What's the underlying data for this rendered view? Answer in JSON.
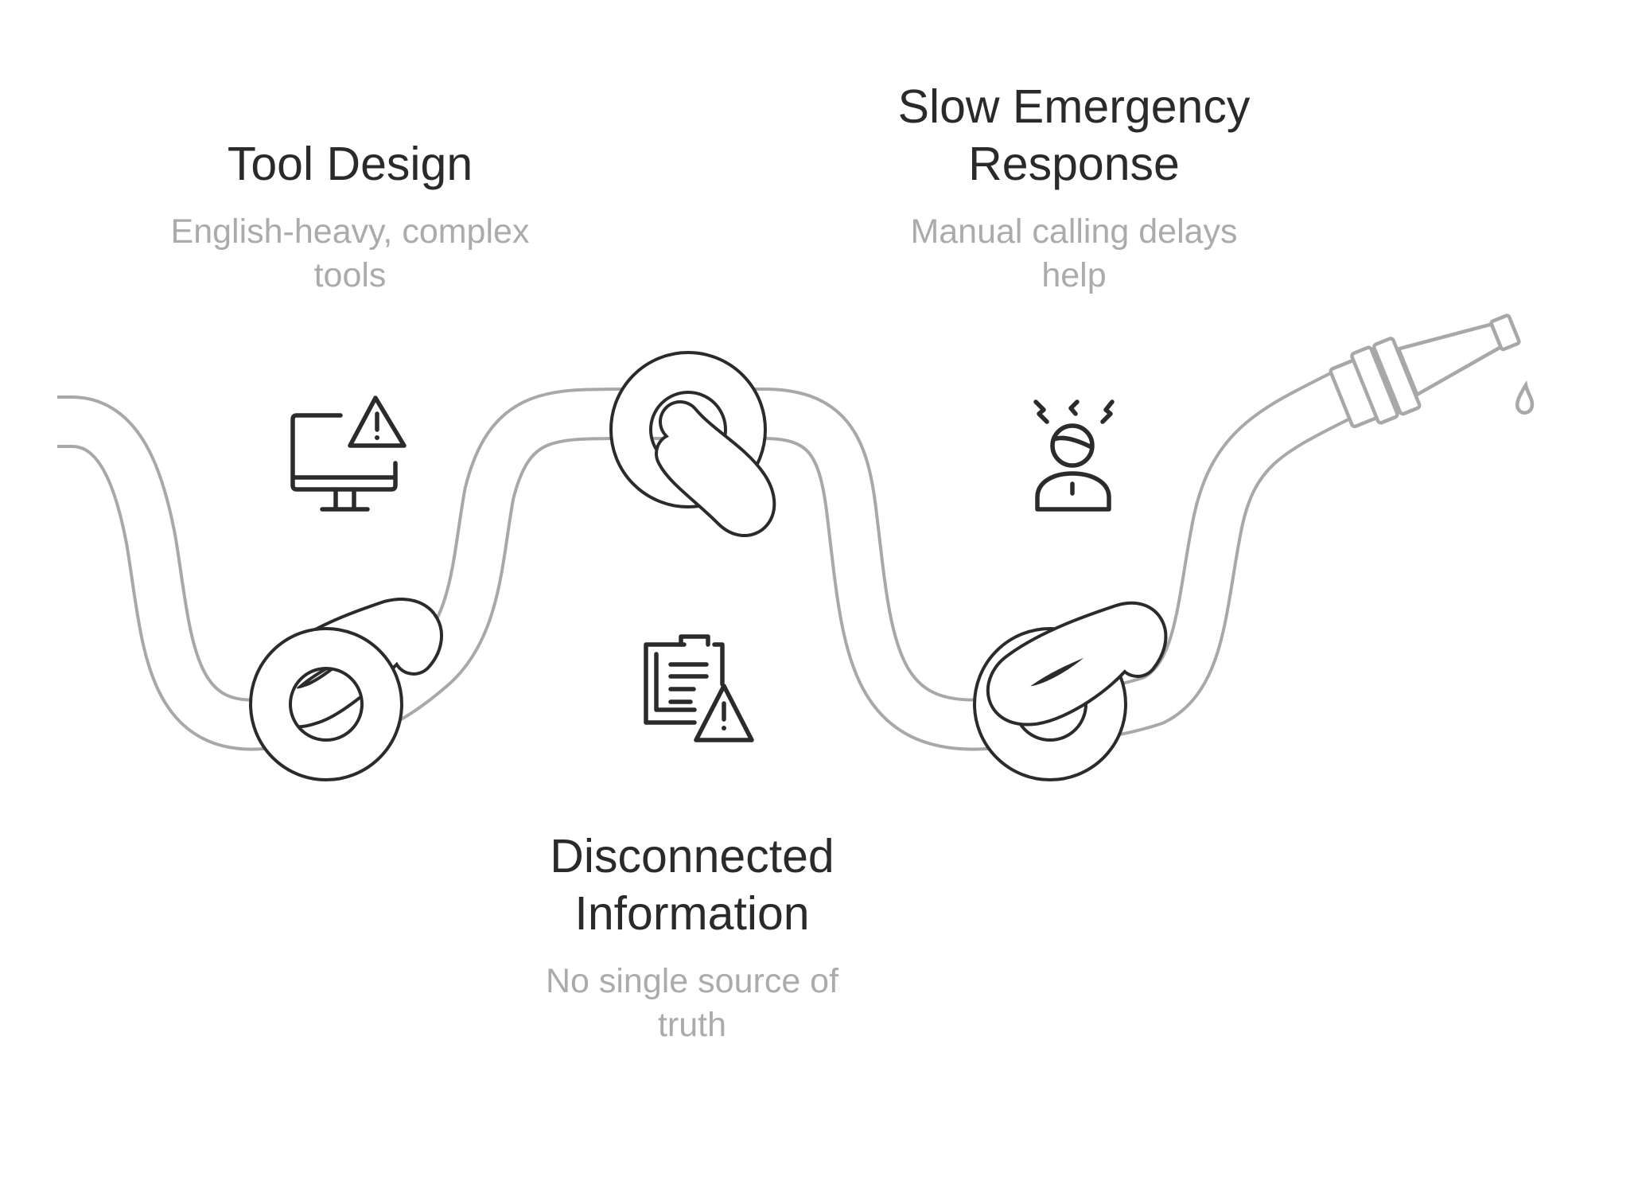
{
  "stages": [
    {
      "title_lines": [
        "Tool Design"
      ],
      "description_lines": [
        "English-heavy, complex",
        "tools"
      ],
      "icon": "monitor-warning-icon"
    },
    {
      "title_lines": [
        "Disconnected",
        "Information"
      ],
      "description_lines": [
        "No single source of",
        "truth"
      ],
      "icon": "clipboard-warning-icon"
    },
    {
      "title_lines": [
        "Slow Emergency",
        "Response"
      ],
      "description_lines": [
        "Manual calling delays",
        "help"
      ],
      "icon": "stressed-person-icon"
    }
  ],
  "colors": {
    "title": "#2a2a2a",
    "description": "#ababab",
    "hose": "#a8a8a8",
    "knot": "#2b2b2b"
  }
}
